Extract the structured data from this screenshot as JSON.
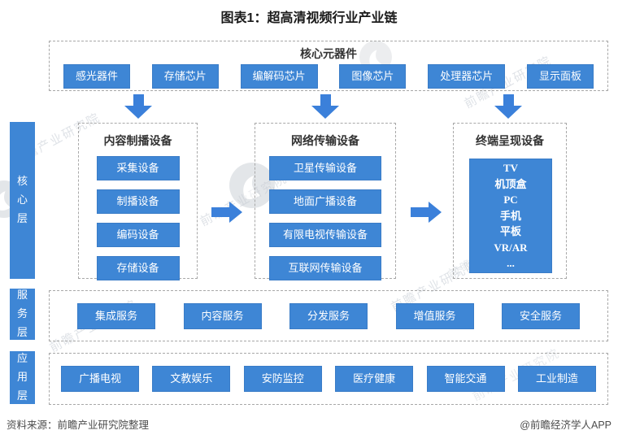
{
  "title": "图表1：超高清视频行业产业链",
  "top_section": {
    "header": "核心元器件",
    "items": [
      "感光器件",
      "存储芯片",
      "编解码芯片",
      "图像芯片",
      "处理器芯片",
      "显示面板"
    ]
  },
  "layers": {
    "core": {
      "label": "核心层",
      "boxes": [
        {
          "header": "内容制播设备",
          "items": [
            "采集设备",
            "制播设备",
            "编码设备",
            "存储设备"
          ]
        },
        {
          "header": "网络传输设备",
          "items": [
            "卫星传输设备",
            "地面广播设备",
            "有限电视传输设备",
            "互联网传输设备"
          ]
        },
        {
          "header": "终端呈现设备",
          "items": [
            "TV",
            "机顶盒",
            "PC",
            "手机",
            "平板",
            "VR/AR",
            "..."
          ]
        }
      ]
    },
    "service": {
      "label": "服务层",
      "items": [
        "集成服务",
        "内容服务",
        "分发服务",
        "增值服务",
        "安全服务"
      ]
    },
    "application": {
      "label": "应用层",
      "items": [
        "广播电视",
        "文教娱乐",
        "安防监控",
        "医疗健康",
        "智能交通",
        "工业制造"
      ]
    }
  },
  "footer": {
    "source": "资料来源：前瞻产业研究院整理",
    "credit": "@前瞻经济学人APP"
  },
  "watermark": {
    "text": "前瞻产业研究院"
  },
  "colors": {
    "primary_blue": "#3e86d5",
    "arrow_blue": "#3b80da",
    "dashed_border": "#a8a8a8",
    "watermark_gray": "#c5ccd4",
    "title_text": "#1a1a1a",
    "footer_text": "#4c4c4c"
  }
}
